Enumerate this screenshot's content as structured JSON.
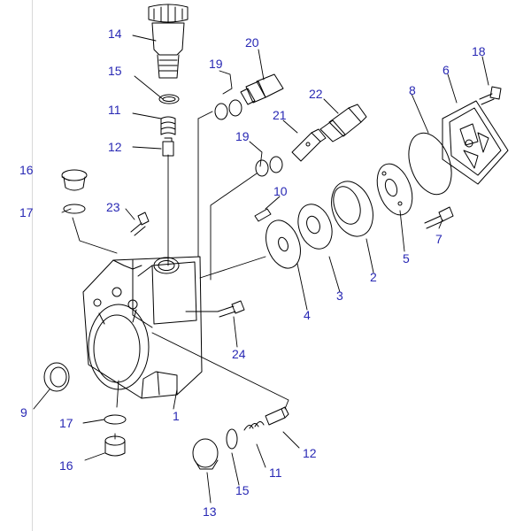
{
  "colors": {
    "callout": "#2828b4",
    "line": "#000000",
    "background": "#ffffff"
  },
  "callouts": [
    {
      "id": "c14a",
      "label": "14"
    },
    {
      "id": "c20",
      "label": "20"
    },
    {
      "id": "c19a",
      "label": "19"
    },
    {
      "id": "c18",
      "label": "18"
    },
    {
      "id": "c6",
      "label": "6"
    },
    {
      "id": "c15a",
      "label": "15"
    },
    {
      "id": "c22",
      "label": "22"
    },
    {
      "id": "c8",
      "label": "8"
    },
    {
      "id": "c11a",
      "label": "11"
    },
    {
      "id": "c21",
      "label": "21"
    },
    {
      "id": "c12a",
      "label": "12"
    },
    {
      "id": "c19b",
      "label": "19"
    },
    {
      "id": "c16a",
      "label": "16"
    },
    {
      "id": "c10",
      "label": "10"
    },
    {
      "id": "c17a",
      "label": "17"
    },
    {
      "id": "c23",
      "label": "23"
    },
    {
      "id": "c7",
      "label": "7"
    },
    {
      "id": "c5",
      "label": "5"
    },
    {
      "id": "c2",
      "label": "2"
    },
    {
      "id": "c3",
      "label": "3"
    },
    {
      "id": "c4",
      "label": "4"
    },
    {
      "id": "c24",
      "label": "24"
    },
    {
      "id": "c9",
      "label": "9"
    },
    {
      "id": "c1",
      "label": "1"
    },
    {
      "id": "c17b",
      "label": "17"
    },
    {
      "id": "c12b",
      "label": "12"
    },
    {
      "id": "c11b",
      "label": "11"
    },
    {
      "id": "c16b",
      "label": "16"
    },
    {
      "id": "c15b",
      "label": "15"
    },
    {
      "id": "c13",
      "label": "13"
    }
  ]
}
